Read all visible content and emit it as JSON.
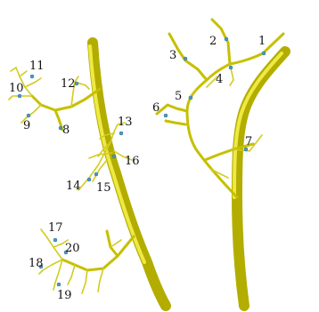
{
  "colors": {
    "vessel": "#c6c000",
    "vessel_shadow": "#b3ad00",
    "vessel_highlight": "#f4ef4a",
    "marker": "#4a9bc4",
    "label": "#111111"
  },
  "labels": {
    "l1": "1",
    "l2": "2",
    "l3": "3",
    "l4": "4",
    "l5": "5",
    "l6": "6",
    "l7": "7",
    "l8": "8",
    "l9": "9",
    "l10": "10",
    "l11": "11",
    "l12": "12",
    "l13": "13",
    "l14": "14",
    "l15": "15",
    "l16": "16",
    "l17": "17",
    "l18": "18",
    "l19": "19",
    "l20": "20"
  }
}
